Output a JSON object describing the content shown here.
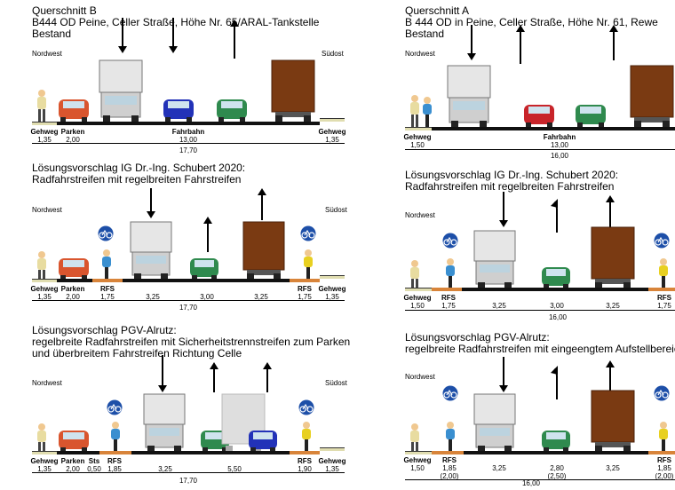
{
  "left": {
    "s1": {
      "title": "Querschnitt B\nB444 OD Peine, Celler Straße, Höhe Nr. 65/ARAL-Tankstelle\nBestand",
      "dir_left": "Nordwest",
      "dir_right": "Südost",
      "labels": [
        "Gehweg",
        "Parken",
        "Fahrbahn",
        "Gehweg"
      ],
      "dims": [
        "1,35",
        "2,00",
        "13,00",
        "1,35"
      ],
      "total": "17,70"
    },
    "s2": {
      "title": "Lösungsvorschlag IG Dr.-Ing. Schubert 2020:\nRadfahrstreifen mit regelbreiten Fahrstreifen",
      "dir_left": "Nordwest",
      "dir_right": "Südost",
      "labels": [
        "Gehweg",
        "Parken",
        "RFS",
        "RFS",
        "Gehweg"
      ],
      "dims": [
        "1,35",
        "2,00",
        "1,75",
        "3,25",
        "3,00",
        "3,25",
        "1,75",
        "1,35"
      ],
      "total": "17,70"
    },
    "s3": {
      "title": "Lösungsvorschlag PGV-Alrutz:\nregelbreite Radfahrstreifen mit Sicherheitstrennstreifen zum Parken\nund überbreitem Fahrstreifen Richtung Celle",
      "dir_left": "Nordwest",
      "dir_right": "Südost",
      "labels": [
        "Gehweg",
        "Parken",
        "Sts",
        "RFS",
        "RFS",
        "Gehweg"
      ],
      "dims": [
        "1,35",
        "2,00",
        "0,50",
        "1,85",
        "3,25",
        "5,50",
        "1,90",
        "1,35"
      ],
      "total": "17,70"
    }
  },
  "right": {
    "s1": {
      "title": "Querschnitt A\nB 444 OD in Peine, Celler Straße, Höhe Nr. 61, Rewe\nBestand",
      "dir_left": "Nordwest",
      "labels": [
        "Gehweg",
        "Fahrbahn"
      ],
      "dims": [
        "1,50",
        "13,00"
      ],
      "total": "16,00"
    },
    "s2": {
      "title": "Lösungsvorschlag IG Dr.-Ing. Schubert 2020:\nRadfahrstreifen mit regelbreiten Fahrstreifen",
      "dir_left": "Nordwest",
      "labels": [
        "Gehweg",
        "RFS",
        "RFS"
      ],
      "dims": [
        "1,50",
        "1,75",
        "3,25",
        "3,00",
        "3,25",
        "1,75"
      ],
      "total": "16,00"
    },
    "s3": {
      "title": "Lösungsvorschlag PGV-Alrutz:\nregelbreite Radfahrstreifen mit eingeengtem Aufstellbereich",
      "dir_left": "Nordwest",
      "labels": [
        "Gehweg",
        "RFS",
        "RFS"
      ],
      "dims": [
        "1,50",
        "1,85",
        "3,25",
        "2,80",
        "3,25",
        "1,85"
      ],
      "dims_paren": [
        "(2,00)",
        "(2,50)",
        "(2,00)"
      ],
      "total": "16,00"
    }
  }
}
